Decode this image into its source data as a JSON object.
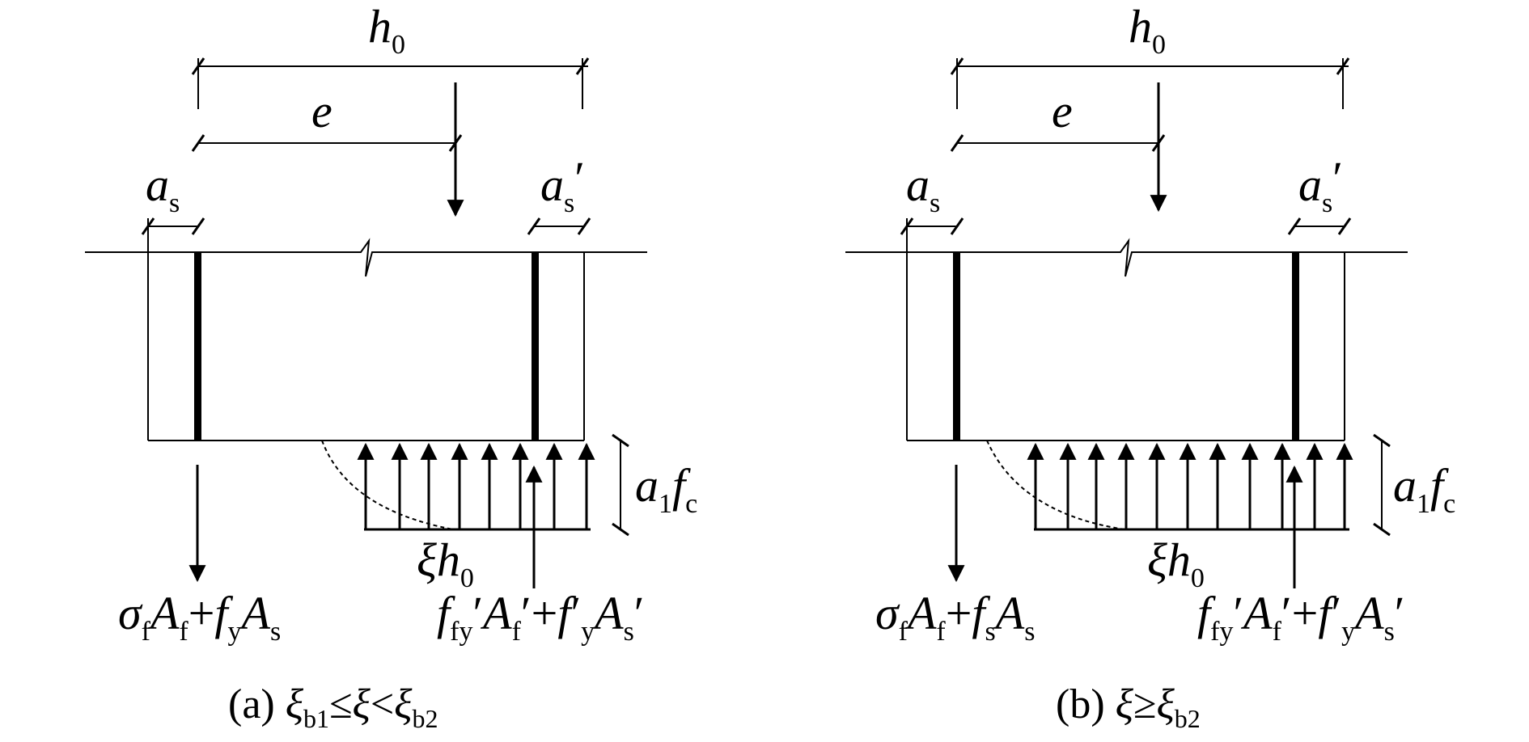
{
  "panels": [
    {
      "id": "a",
      "labels": {
        "h0": {
          "main": "h",
          "sub": "0"
        },
        "e": {
          "main": "e"
        },
        "as": {
          "main": "a",
          "sub": "s"
        },
        "as_prime": {
          "main": "a",
          "sub": "s",
          "prime": "′"
        },
        "a1fc": {
          "a": "a",
          "sub1": "1",
          "f": "f",
          "subc": "c"
        },
        "xih0": {
          "xi": "ξ",
          "h": "h",
          "sub": "0"
        },
        "tension_force": {
          "sigma": "σ",
          "sf": "f",
          "A1": "A",
          "sA1": "f",
          "plus": "+",
          "f": "f",
          "sf2": "y",
          "A2": "A",
          "sA2": "s"
        },
        "compression_force": {
          "f1": "f",
          "s1": "fy",
          "p1": "′",
          "A1": "A",
          "s2": "f",
          "p2": "′",
          "plus": "+",
          "f2": "f",
          "p3": "′",
          "s3": "y",
          "A2": "A",
          "s4": "s",
          "p4": "′"
        }
      },
      "caption": {
        "prefix": "(a) ",
        "xi1": "ξ",
        "s1": "b1",
        "op1": "≤",
        "xi2": "ξ",
        "op2": "<",
        "xi3": "ξ",
        "s3": "b2"
      }
    },
    {
      "id": "b",
      "labels": {
        "h0": {
          "main": "h",
          "sub": "0"
        },
        "e": {
          "main": "e"
        },
        "as": {
          "main": "a",
          "sub": "s"
        },
        "as_prime": {
          "main": "a",
          "sub": "s",
          "prime": "′"
        },
        "a1fc": {
          "a": "a",
          "sub1": "1",
          "f": "f",
          "subc": "c"
        },
        "xih0": {
          "xi": "ξ",
          "h": "h",
          "sub": "0"
        },
        "tension_force": {
          "sigma": "σ",
          "sf": "f",
          "A1": "A",
          "sA1": "f",
          "plus": "+",
          "f": "f",
          "sf2": "s",
          "A2": "A",
          "sA2": "s"
        },
        "compression_force": {
          "f1": "f",
          "s1": "fy",
          "p1": "′",
          "A1": "A",
          "s2": "f",
          "p2": "′",
          "plus": "+",
          "f2": "f",
          "p3": "′",
          "s3": "y",
          "A2": "A",
          "s4": "s",
          "p4": "′"
        }
      },
      "caption": {
        "prefix": "(b) ",
        "xi1": "ξ",
        "op1": "≥",
        "xi2": "ξ",
        "s2": "b2"
      }
    }
  ]
}
